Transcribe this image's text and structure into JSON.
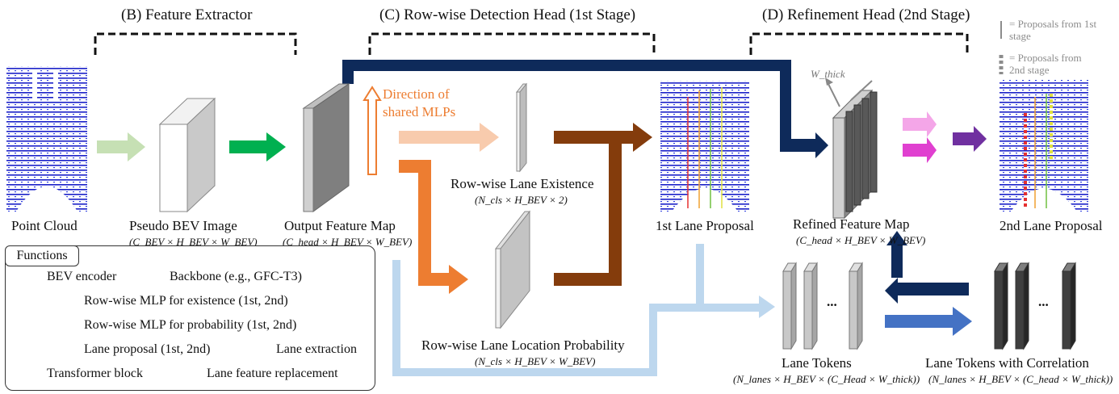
{
  "sections": {
    "feature_extractor": "(B) Feature Extractor",
    "detection_head": "(C) Row-wise Detection Head (1st Stage)",
    "refinement_head": "(D) Refinement Head (2nd Stage)"
  },
  "labels": {
    "point_cloud": "Point Cloud",
    "pseudo_bev": "Pseudo BEV Image",
    "pseudo_bev_dim": "(C_BEV × H_BEV × W_BEV)",
    "output_feature_map": "Output Feature Map",
    "output_feature_map_dim": "(C_head × H_BEV × W_BEV)",
    "direction_line1": "Direction of",
    "direction_line2": "shared MLPs",
    "lane_existence": "Row-wise Lane Existence",
    "lane_existence_dim": "(N_cls × H_BEV × 2)",
    "lane_location": "Row-wise Lane Location Probability",
    "lane_location_dim": "(N_cls × H_BEV × W_BEV)",
    "first_proposal": "1st Lane Proposal",
    "refined_feature_map": "Refined Feature Map",
    "refined_feature_map_dim": "(C_head × H_BEV × W_BEV)",
    "second_proposal": "2nd Lane Proposal",
    "w_thick": "W_thick",
    "lane_tokens": "Lane Tokens",
    "lane_tokens_dim": "(N_lanes × H_BEV × (C_Head × W_thick))",
    "lane_tokens_corr": "Lane Tokens with Correlation",
    "lane_tokens_corr_dim": "(N_lanes × H_BEV × (C_head × W_thick))",
    "ellipsis": "...",
    "proposal_legend_1": "= Proposals from 1st stage",
    "proposal_legend_2": "= Proposals from 2nd stage"
  },
  "legend": {
    "title": "Functions",
    "bev_encoder": "BEV encoder",
    "backbone": "Backbone (e.g., GFC-T3)",
    "mlp_existence": "Row-wise MLP for existence (1st, 2nd)",
    "mlp_probability": "Row-wise MLP for probability (1st, 2nd)",
    "lane_proposal": "Lane proposal (1st, 2nd)",
    "lane_extraction": "Lane extraction",
    "transformer": "Transformer block",
    "feature_replacement": "Lane feature replacement"
  },
  "colors": {
    "bev_encoder": "#c6e0b4",
    "backbone": "#00b050",
    "mlp_existence_1": "#f8cbad",
    "mlp_existence_2": "#f4a6e8",
    "mlp_probability_1": "#ed7d31",
    "mlp_probability_2": "#e040d0",
    "lane_proposal_1": "#843c0c",
    "lane_proposal_2": "#7030a0",
    "lane_extraction": "#bdd7ee",
    "transformer": "#4472c4",
    "feature_replacement": "#0e2a5a"
  }
}
